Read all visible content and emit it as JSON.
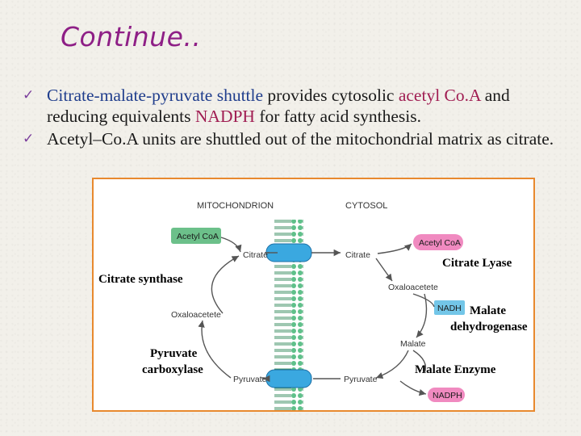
{
  "slide": {
    "title": "Continue.."
  },
  "bullets": [
    {
      "parts": [
        "Citrate-malate-pyruvate shuttle",
        " provides cytosolic ",
        "acetyl Co.A",
        " and reducing equivalents ",
        "NADPH",
        " for fatty acid synthesis."
      ]
    },
    {
      "parts": [
        "Acetyl–Co.A units are shuttled out of the mitochondrial matrix as citrate."
      ]
    }
  ],
  "colors": {
    "title": "#8e1f86",
    "keyword_blue": "#1f3d8c",
    "keyword_red": "#a01d52",
    "figure_border": "#e8892e",
    "acetyl_coa_mito_box": "#6cc08a",
    "acetyl_coa_cyto_box": "#f08ac0",
    "nadh_box": "#73c6e8",
    "nadph_box": "#f08ac0",
    "membrane_green": "#5fc08a",
    "transporter_blue": "#3aa8e0"
  },
  "diagram": {
    "mitochondrion_label": "MITOCHONDRION",
    "cytosol_label": "CYTOSOL",
    "acetyl_coa_mito": "Acetyl CoA",
    "acetyl_coa_cyto": "Acetyl CoA",
    "citrate_mito": "Citrate",
    "citrate_cyto": "Citrate",
    "oxaloacetete_mito": "Oxaloacetete",
    "oxaloacetete_cyto": "Oxaloacetete",
    "pyruvate_mito": "Pyruvate",
    "pyruvate_cyto": "Pyruvate",
    "malate": "Malate",
    "nadh": "NADH",
    "nadph": "NADPH",
    "citrate_synthase": "Citrate synthase",
    "pyruvate_carboxylase_1": "Pyruvate",
    "pyruvate_carboxylase_2": "carboxylase",
    "citrate_lyase": "Citrate Lyase",
    "malate_dehydrogenase_1": "Malate",
    "malate_dehydrogenase_2": "dehydrogenase",
    "malate_enzyme": "Malate Enzyme"
  }
}
